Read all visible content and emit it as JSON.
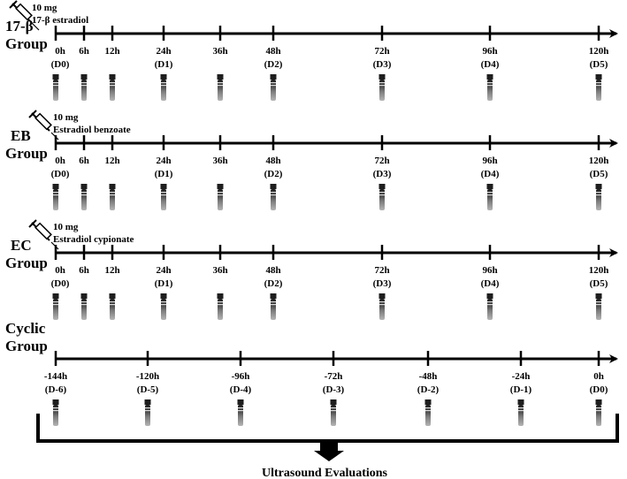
{
  "groups": [
    {
      "id": "g17b",
      "label_line1": "17-β",
      "label_line2": "Group",
      "dose_line1": "10 mg",
      "dose_line2": "17-β estradiol",
      "ticks": [
        {
          "hour": "0h",
          "day": "(D0)"
        },
        {
          "hour": "6h",
          "day": ""
        },
        {
          "hour": "12h",
          "day": ""
        },
        {
          "hour": "24h",
          "day": "(D1)"
        },
        {
          "hour": "36h",
          "day": ""
        },
        {
          "hour": "48h",
          "day": "(D2)"
        },
        {
          "hour": "72h",
          "day": "(D3)"
        },
        {
          "hour": "96h",
          "day": "(D4)"
        },
        {
          "hour": "120h",
          "day": "(D5)"
        }
      ]
    },
    {
      "id": "geb",
      "label_line1": "EB",
      "label_line2": "Group",
      "dose_line1": "10 mg",
      "dose_line2": "Estradiol benzoate",
      "ticks": [
        {
          "hour": "0h",
          "day": "(D0)"
        },
        {
          "hour": "6h",
          "day": ""
        },
        {
          "hour": "12h",
          "day": ""
        },
        {
          "hour": "24h",
          "day": "(D1)"
        },
        {
          "hour": "36h",
          "day": ""
        },
        {
          "hour": "48h",
          "day": "(D2)"
        },
        {
          "hour": "72h",
          "day": "(D3)"
        },
        {
          "hour": "96h",
          "day": "(D4)"
        },
        {
          "hour": "120h",
          "day": "(D5)"
        }
      ]
    },
    {
      "id": "gec",
      "label_line1": "EC",
      "label_line2": "Group",
      "dose_line1": "10 mg",
      "dose_line2": "Estradiol cypionate",
      "ticks": [
        {
          "hour": "0h",
          "day": "(D0)"
        },
        {
          "hour": "6h",
          "day": ""
        },
        {
          "hour": "12h",
          "day": ""
        },
        {
          "hour": "24h",
          "day": "(D1)"
        },
        {
          "hour": "36h",
          "day": ""
        },
        {
          "hour": "48h",
          "day": "(D2)"
        },
        {
          "hour": "72h",
          "day": "(D3)"
        },
        {
          "hour": "96h",
          "day": "(D4)"
        },
        {
          "hour": "120h",
          "day": "(D5)"
        }
      ]
    },
    {
      "id": "gcyc",
      "label_line1": "Cyclic",
      "label_line2": "Group",
      "dose_line1": "",
      "dose_line2": "",
      "ticks": [
        {
          "hour": "-144h",
          "day": "(D-6)"
        },
        {
          "hour": "-120h",
          "day": "(D-5)"
        },
        {
          "hour": "-96h",
          "day": "(D-4)"
        },
        {
          "hour": "-72h",
          "day": "(D-3)"
        },
        {
          "hour": "-48h",
          "day": "(D-2)"
        },
        {
          "hour": "-24h",
          "day": "(D-1)"
        },
        {
          "hour": "0h",
          "day": "(D0)"
        }
      ]
    }
  ],
  "final_label": "Ultrasound Evaluations",
  "colors": {
    "line": "#000000",
    "tube_dark": "#2a2a2a",
    "tube_light": "#9a9a9a"
  }
}
